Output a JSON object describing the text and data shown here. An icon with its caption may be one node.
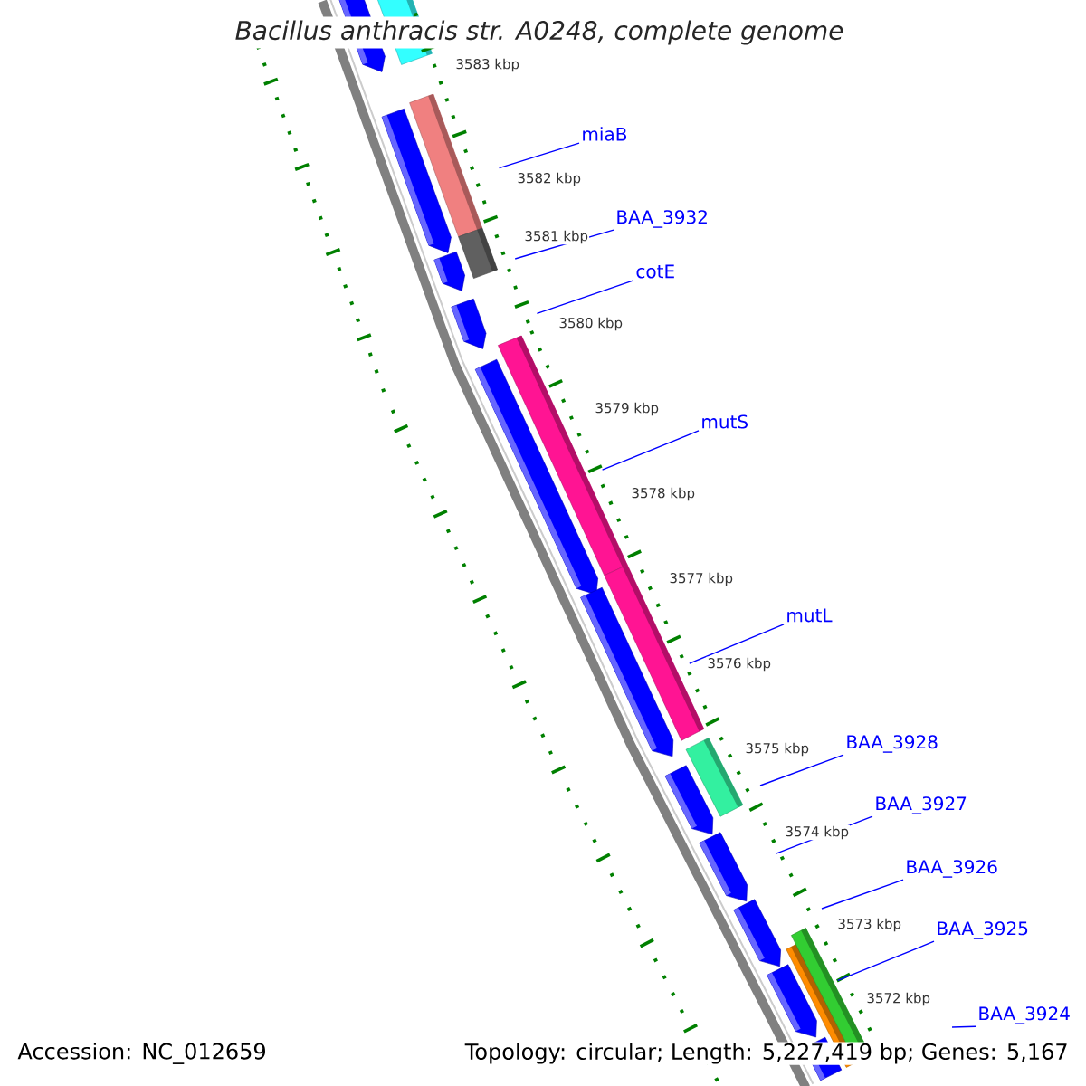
{
  "diagram": {
    "title": "Bacillus anthracis str. A0248, complete genome",
    "nodes": [
      {
        "text": [
          "miaB"
        ]
      },
      {
        "text": [
          "BAA_3932"
        ]
      },
      {
        "text": [
          "cotE"
        ]
      },
      {
        "text": [
          "mutS"
        ]
      },
      {
        "text": [
          "mutL"
        ]
      },
      {
        "text": [
          "BAA_3928"
        ]
      },
      {
        "text": [
          "BAA_3927"
        ]
      },
      {
        "text": [
          "BAA_3926"
        ]
      },
      {
        "text": [
          "BAA_3925"
        ]
      },
      {
        "text": [
          "BAA_3924"
        ]
      }
    ],
    "edges": [
      {
        "from": 0,
        "to": null,
        "arrow": "none"
      },
      {
        "from": 1,
        "to": null,
        "arrow": "none"
      },
      {
        "from": 2,
        "to": null,
        "arrow": "none"
      },
      {
        "from": 3,
        "to": null,
        "arrow": "none"
      },
      {
        "from": 4,
        "to": null,
        "arrow": "none"
      },
      {
        "from": 5,
        "to": null,
        "arrow": "none"
      },
      {
        "from": 6,
        "to": null,
        "arrow": "none"
      },
      {
        "from": 7,
        "to": null,
        "arrow": "none"
      },
      {
        "from": 8,
        "to": null,
        "arrow": "none"
      },
      {
        "from": 9,
        "to": null,
        "arrow": "none"
      }
    ],
    "labels": [
      "3583 kbp",
      "3582 kbp",
      "3581 kbp",
      "3580 kbp",
      "3579 kbp",
      "3578 kbp",
      "3577 kbp",
      "3576 kbp",
      "3575 kbp",
      "3574 kbp",
      "3573 kbp",
      "3572 kbp",
      "Accession: NC_012659",
      "Topology: circular; Length: 5,227,419 bp; Genes: 5,167"
    ]
  }
}
